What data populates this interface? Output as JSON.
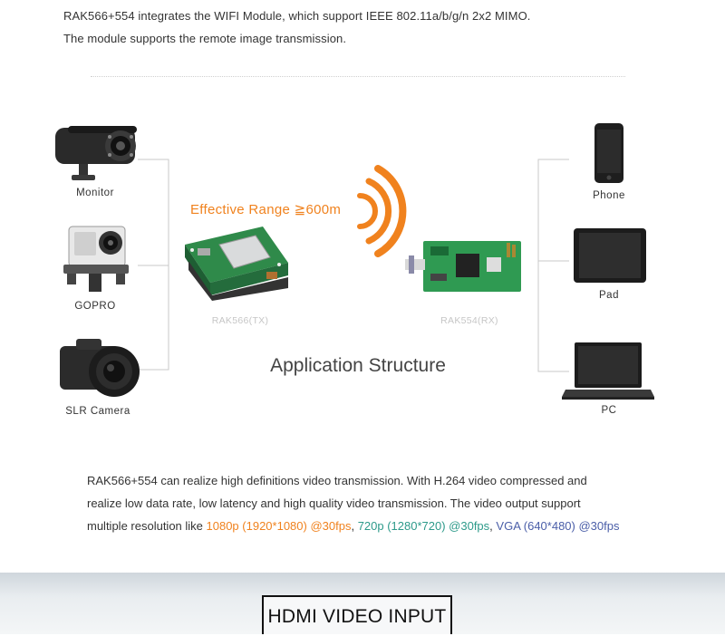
{
  "intro": {
    "line1": "RAK566+554 integrates the WIFI Module, which support IEEE 802.11a/b/g/n 2x2 MIMO.",
    "line2": "The module supports the remote image transmission."
  },
  "sources": [
    {
      "label": "Monitor",
      "icon": "security-camera-icon"
    },
    {
      "label": "GOPRO",
      "icon": "action-camera-icon"
    },
    {
      "label": "SLR Camera",
      "icon": "slr-camera-icon"
    }
  ],
  "targets": [
    {
      "label": "Phone",
      "icon": "smartphone-icon"
    },
    {
      "label": "Pad",
      "icon": "tablet-icon"
    },
    {
      "label": "PC",
      "icon": "laptop-icon"
    }
  ],
  "range_text": "Effective Range ≧600m",
  "tx_label": "RAK566(TX)",
  "rx_label": "RAK554(RX)",
  "structure_title": "Application Structure",
  "description": {
    "line1": "RAK566+554 can realize high definitions video transmission. With H.264 video compressed and",
    "line2": "realize low data rate, low latency and high quality video transmission. The video output support",
    "line3_prefix": "multiple resolution like ",
    "res1": "1080p (1920*1080) @30fps",
    "sep1": ", ",
    "res2": "720p (1280*720) @30fps",
    "sep2": ", ",
    "res3": "VGA (640*480) @30fps"
  },
  "banner_title": "HDMI VIDEO INPUT",
  "colors": {
    "accent_orange": "#f0821e",
    "res_green": "#2d9a8a",
    "res_blue": "#4a5ea8",
    "board_green": "#2f8a4a"
  }
}
